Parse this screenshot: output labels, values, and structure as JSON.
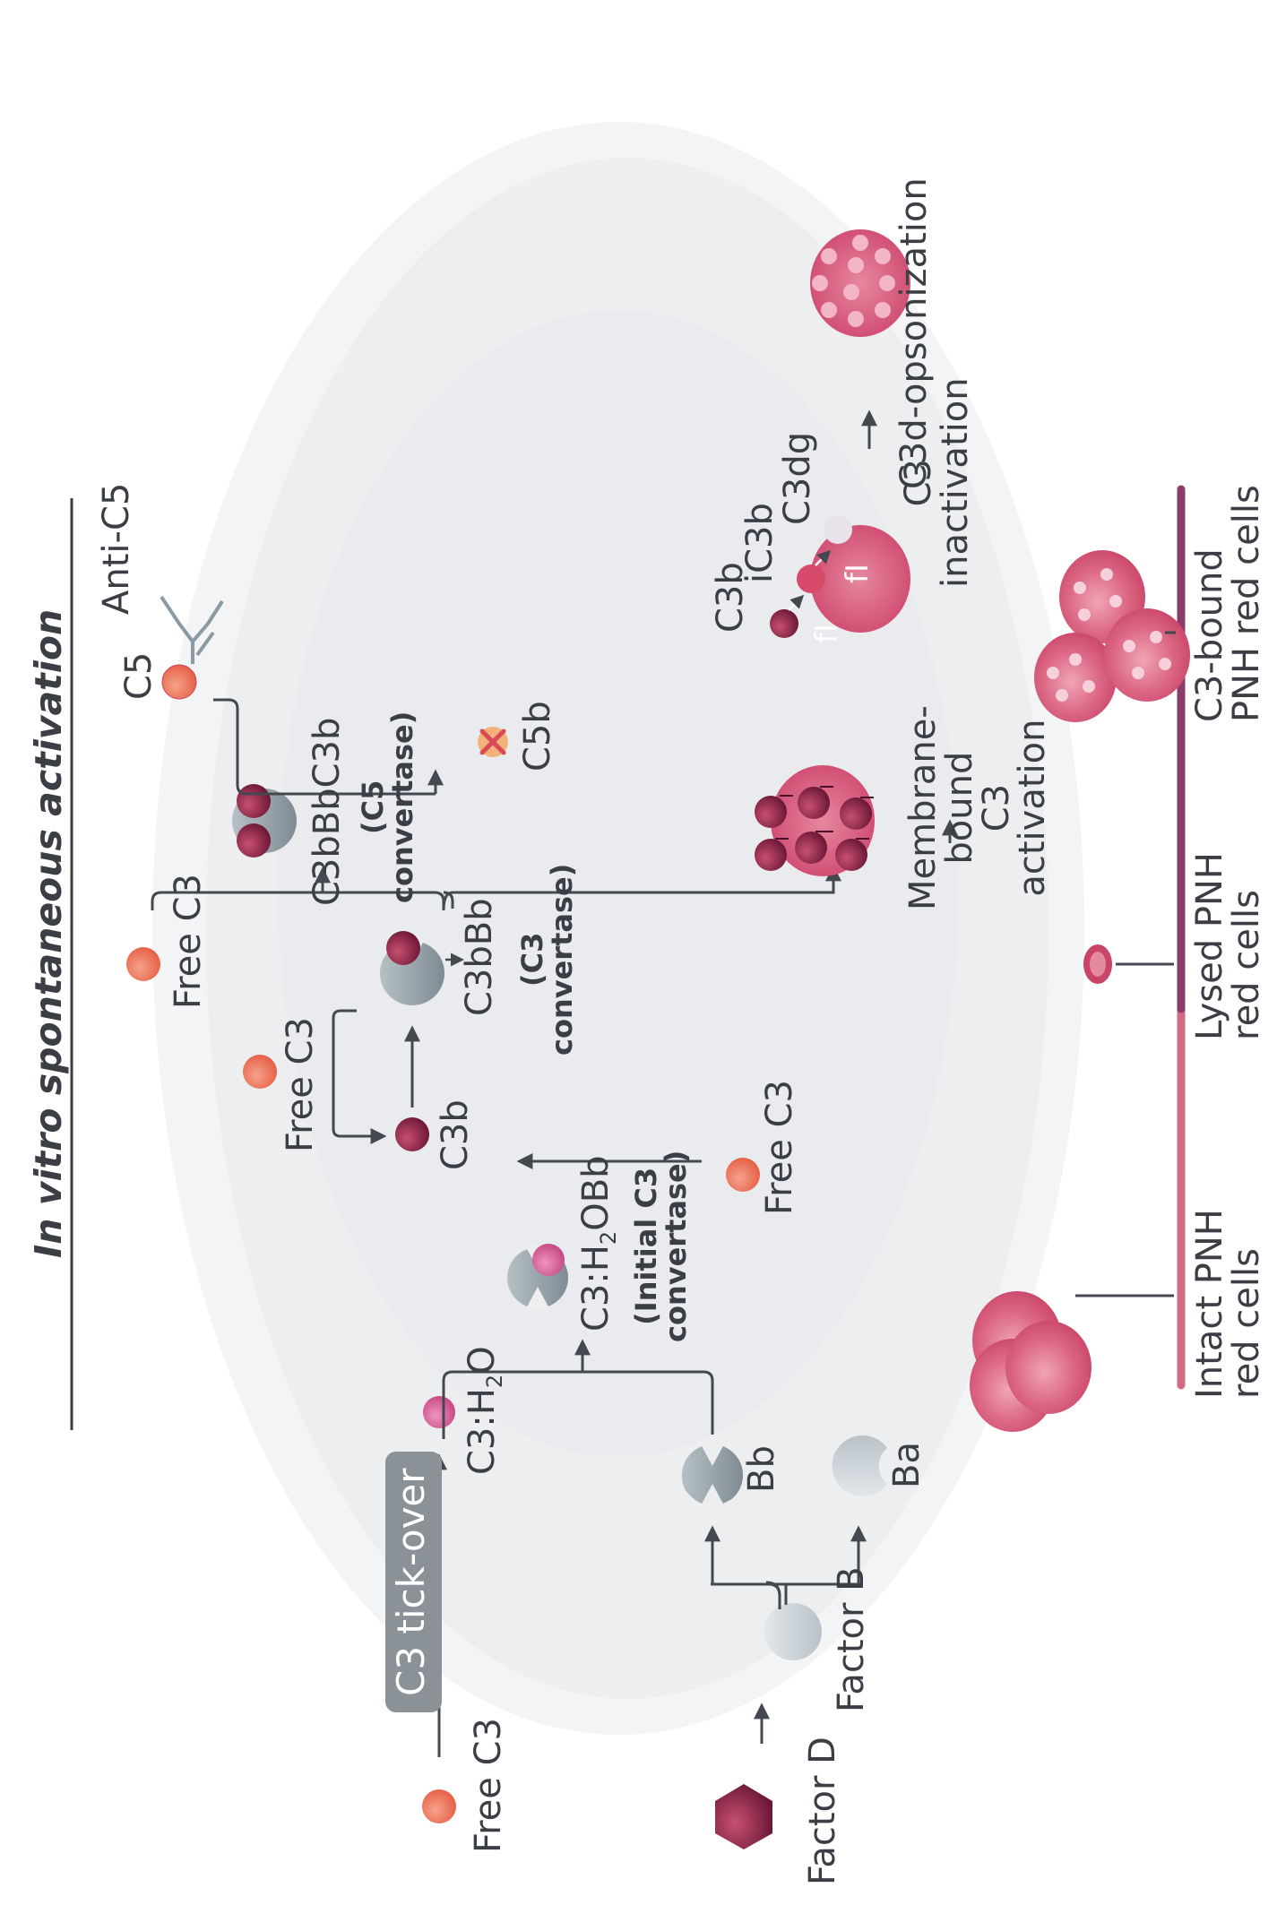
{
  "title": {
    "italic": "In vitro",
    "rest": " spontaneous activation"
  },
  "tick_over": "C3 tick-over",
  "labels": {
    "free_c3_1": "Free C3",
    "factor_d": "Factor D",
    "factor_b": "Factor B",
    "c3h2o": "C3:H",
    "c3h2o_sub": "2",
    "c3h2o_end": "O",
    "bb": "Bb",
    "ba": "Ba",
    "initial_conv_name": "C3:H",
    "initial_conv_sub": "2",
    "initial_conv_end": "OBb",
    "initial_conv_line1": "(Initial C3",
    "initial_conv_line2": "convertase)",
    "c3b": "C3b",
    "free_c3_2": "Free C3",
    "free_c3_3": "Free C3",
    "free_c3_4": "Free C3",
    "c3bbb": "C3bBb",
    "c3_conv_line1": "(C3",
    "c3_conv_line2": "convertase)",
    "c5conv_name": "C3bBbC3b",
    "c5_conv_line1": "(C5",
    "c5_conv_line2": "convertase)",
    "c5": "C5",
    "anti_c5": "Anti-C5",
    "c5b": "C5b",
    "membrane_line1": "Membrane-",
    "membrane_line2": "bound",
    "membrane_line3": "C3",
    "membrane_line4": "activation",
    "c3b_small": "C3b",
    "ic3b": "iC3b",
    "c3dg": "C3dg",
    "fi_1": "fI",
    "fi_2": "fI",
    "inact_line1": "C3",
    "inact_line2": "inactivation",
    "opson": "C3d-opsonization",
    "intact_line1": "Intact PNH",
    "intact_line2": "red cells",
    "lysed_line1": "Lysed PNH",
    "lysed_line2": "red cells",
    "bound_line1": "C3-bound",
    "bound_line2": "PNH red cells"
  },
  "colors": {
    "text": "#3b3e45",
    "c3_free": "#ef7a64",
    "c3b": "#8a2148",
    "c3h2o": "#d8659a",
    "protein_grey": "#8e9aa1",
    "cell": "#d14f75",
    "bar_light": "#d26a86",
    "bar_dark": "#8a3c6a",
    "bg_ellipse": "#eceef0",
    "arrow": "#444850"
  }
}
